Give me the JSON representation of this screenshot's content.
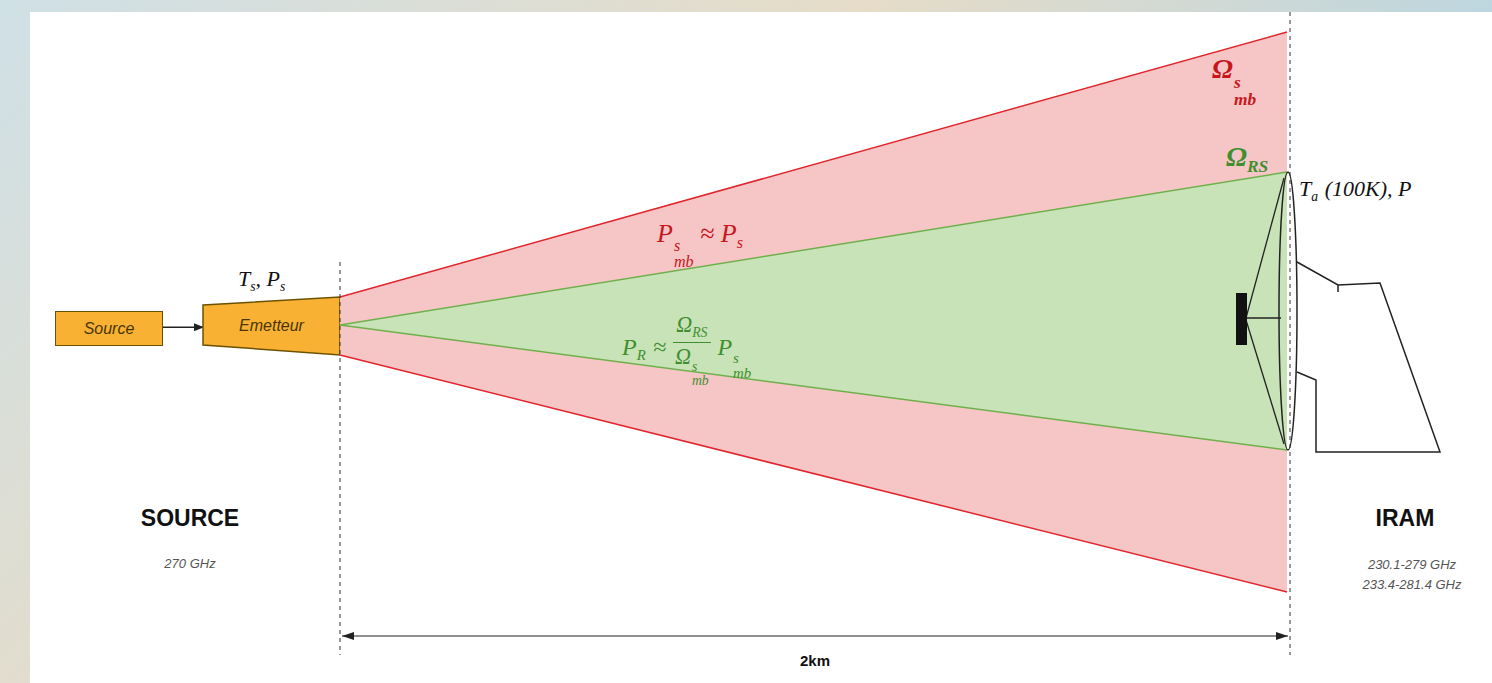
{
  "diagram": {
    "nodes": [
      {
        "text": [
          "Source"
        ]
      },
      {
        "text": [
          "Emetteur"
        ]
      },
      {
        "text": [
          "Ω",
          "mb",
          "s",
          "P",
          "mb",
          "s",
          "≈ P",
          "s"
        ]
      },
      {
        "text": [
          "P",
          "R",
          "≈",
          "Ω",
          "RS",
          "Ω",
          "mb",
          "s",
          "P",
          "mb",
          "s"
        ],
        "in": 2
      }
    ],
    "edges": [
      {
        "from": 0,
        "to": 1,
        "arrow": "to"
      }
    ],
    "labels": [
      "T",
      "s",
      ", P",
      "s",
      "Ω",
      "RS",
      "T",
      "a",
      "(100K), P",
      "SOURCE",
      "270 GHz",
      "IRAM",
      "230.1-279 GHz",
      "233.4-281.4 GHz",
      "2km"
    ]
  }
}
